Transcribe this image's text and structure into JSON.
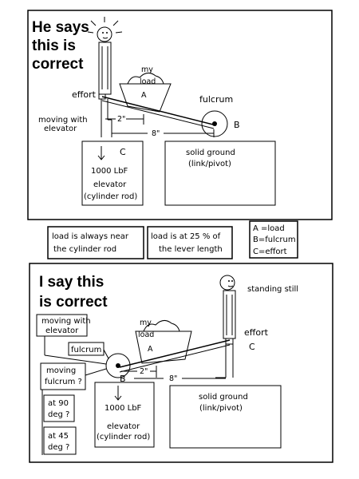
{
  "panel_top": {
    "title_lines": [
      "He says",
      "this is",
      "correct"
    ],
    "load_label": [
      "my",
      "load",
      "A"
    ],
    "effort": "effort",
    "fulcrum": "fulcrum",
    "fulcrum_letter": "B",
    "moving_lines": [
      "moving with",
      "elevator"
    ],
    "dim_2": "2\"",
    "dim_8": "8\"",
    "elevator_lines": [
      "C",
      "1000 LbF",
      "elevator",
      "(cylinder rod)"
    ],
    "ground_lines": [
      "solid ground",
      "(link/pivot)"
    ]
  },
  "notes": {
    "note1": [
      "load is always near",
      "the  cylinder rod"
    ],
    "note2": [
      "load is at 25 % of",
      "the lever length"
    ],
    "legend": [
      "A =load",
      "B=fulcrum",
      "C=effort"
    ]
  },
  "panel_bottom": {
    "title_lines": [
      "I say this",
      "is correct"
    ],
    "standing": "standing still",
    "moving_box": [
      "moving with",
      "elevator"
    ],
    "fulcrum_box": "fulcrum",
    "moving_fulcrum": [
      "moving",
      "fulcrum ?"
    ],
    "deg90": [
      "at 90",
      "deg ?"
    ],
    "deg45": [
      "at 45",
      "deg ?"
    ],
    "load_label": [
      "my",
      "load",
      "A"
    ],
    "fulcrum_letter": "B",
    "dim_2": "2\"",
    "dim_8": "8\"",
    "effort_lines": [
      "effort",
      "C"
    ],
    "elevator_lines": [
      "1000 LbF",
      "elevator",
      "(cylinder rod)"
    ],
    "ground_lines": [
      "solid ground",
      "(link/pivot)"
    ]
  }
}
